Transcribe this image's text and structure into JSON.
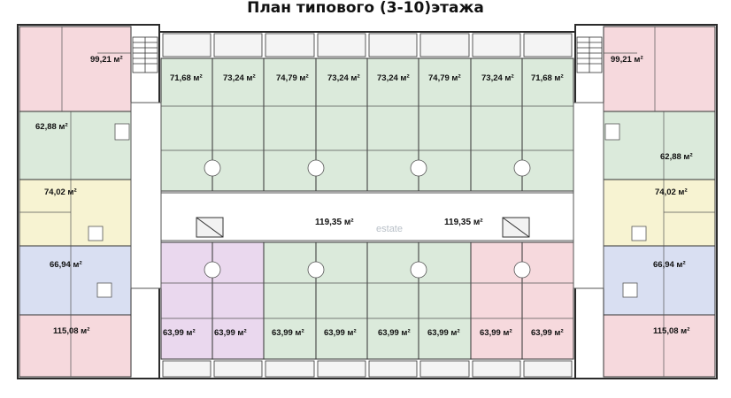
{
  "title": "План типового (3-10)этажа",
  "watermark": "estate",
  "colors": {
    "pink": "#f6d9dd",
    "green": "#dbeadb",
    "yellow": "#f7f3d2",
    "blue": "#d9dff2",
    "violet": "#ead8ee",
    "corridor": "#ffffff",
    "wall": "#2b2b2b"
  },
  "apartments": {
    "left_top": "99,21 м²",
    "right_top": "99,21 м²",
    "left_2": "62,88 м²",
    "right_2": "62,88 м²",
    "left_3": "74,02 м²",
    "right_3": "74,02 м²",
    "left_4": "66,94 м²",
    "right_4": "66,94 м²",
    "left_5": "115,08 м²",
    "right_5": "115,08 м²",
    "top_row": [
      "71,68 м²",
      "73,24 м²",
      "74,79 м²",
      "73,24 м²",
      "73,24 м²",
      "74,79 м²",
      "73,24 м²",
      "71,68 м²"
    ],
    "bottom_row": [
      "63,99 м²",
      "63,99 м²",
      "63,99 м²",
      "63,99 м²",
      "63,99 м²",
      "63,99 м²",
      "63,99 м²",
      "63,99 м²"
    ]
  },
  "corridors": [
    "119,35 м²",
    "119,35 м²"
  ]
}
